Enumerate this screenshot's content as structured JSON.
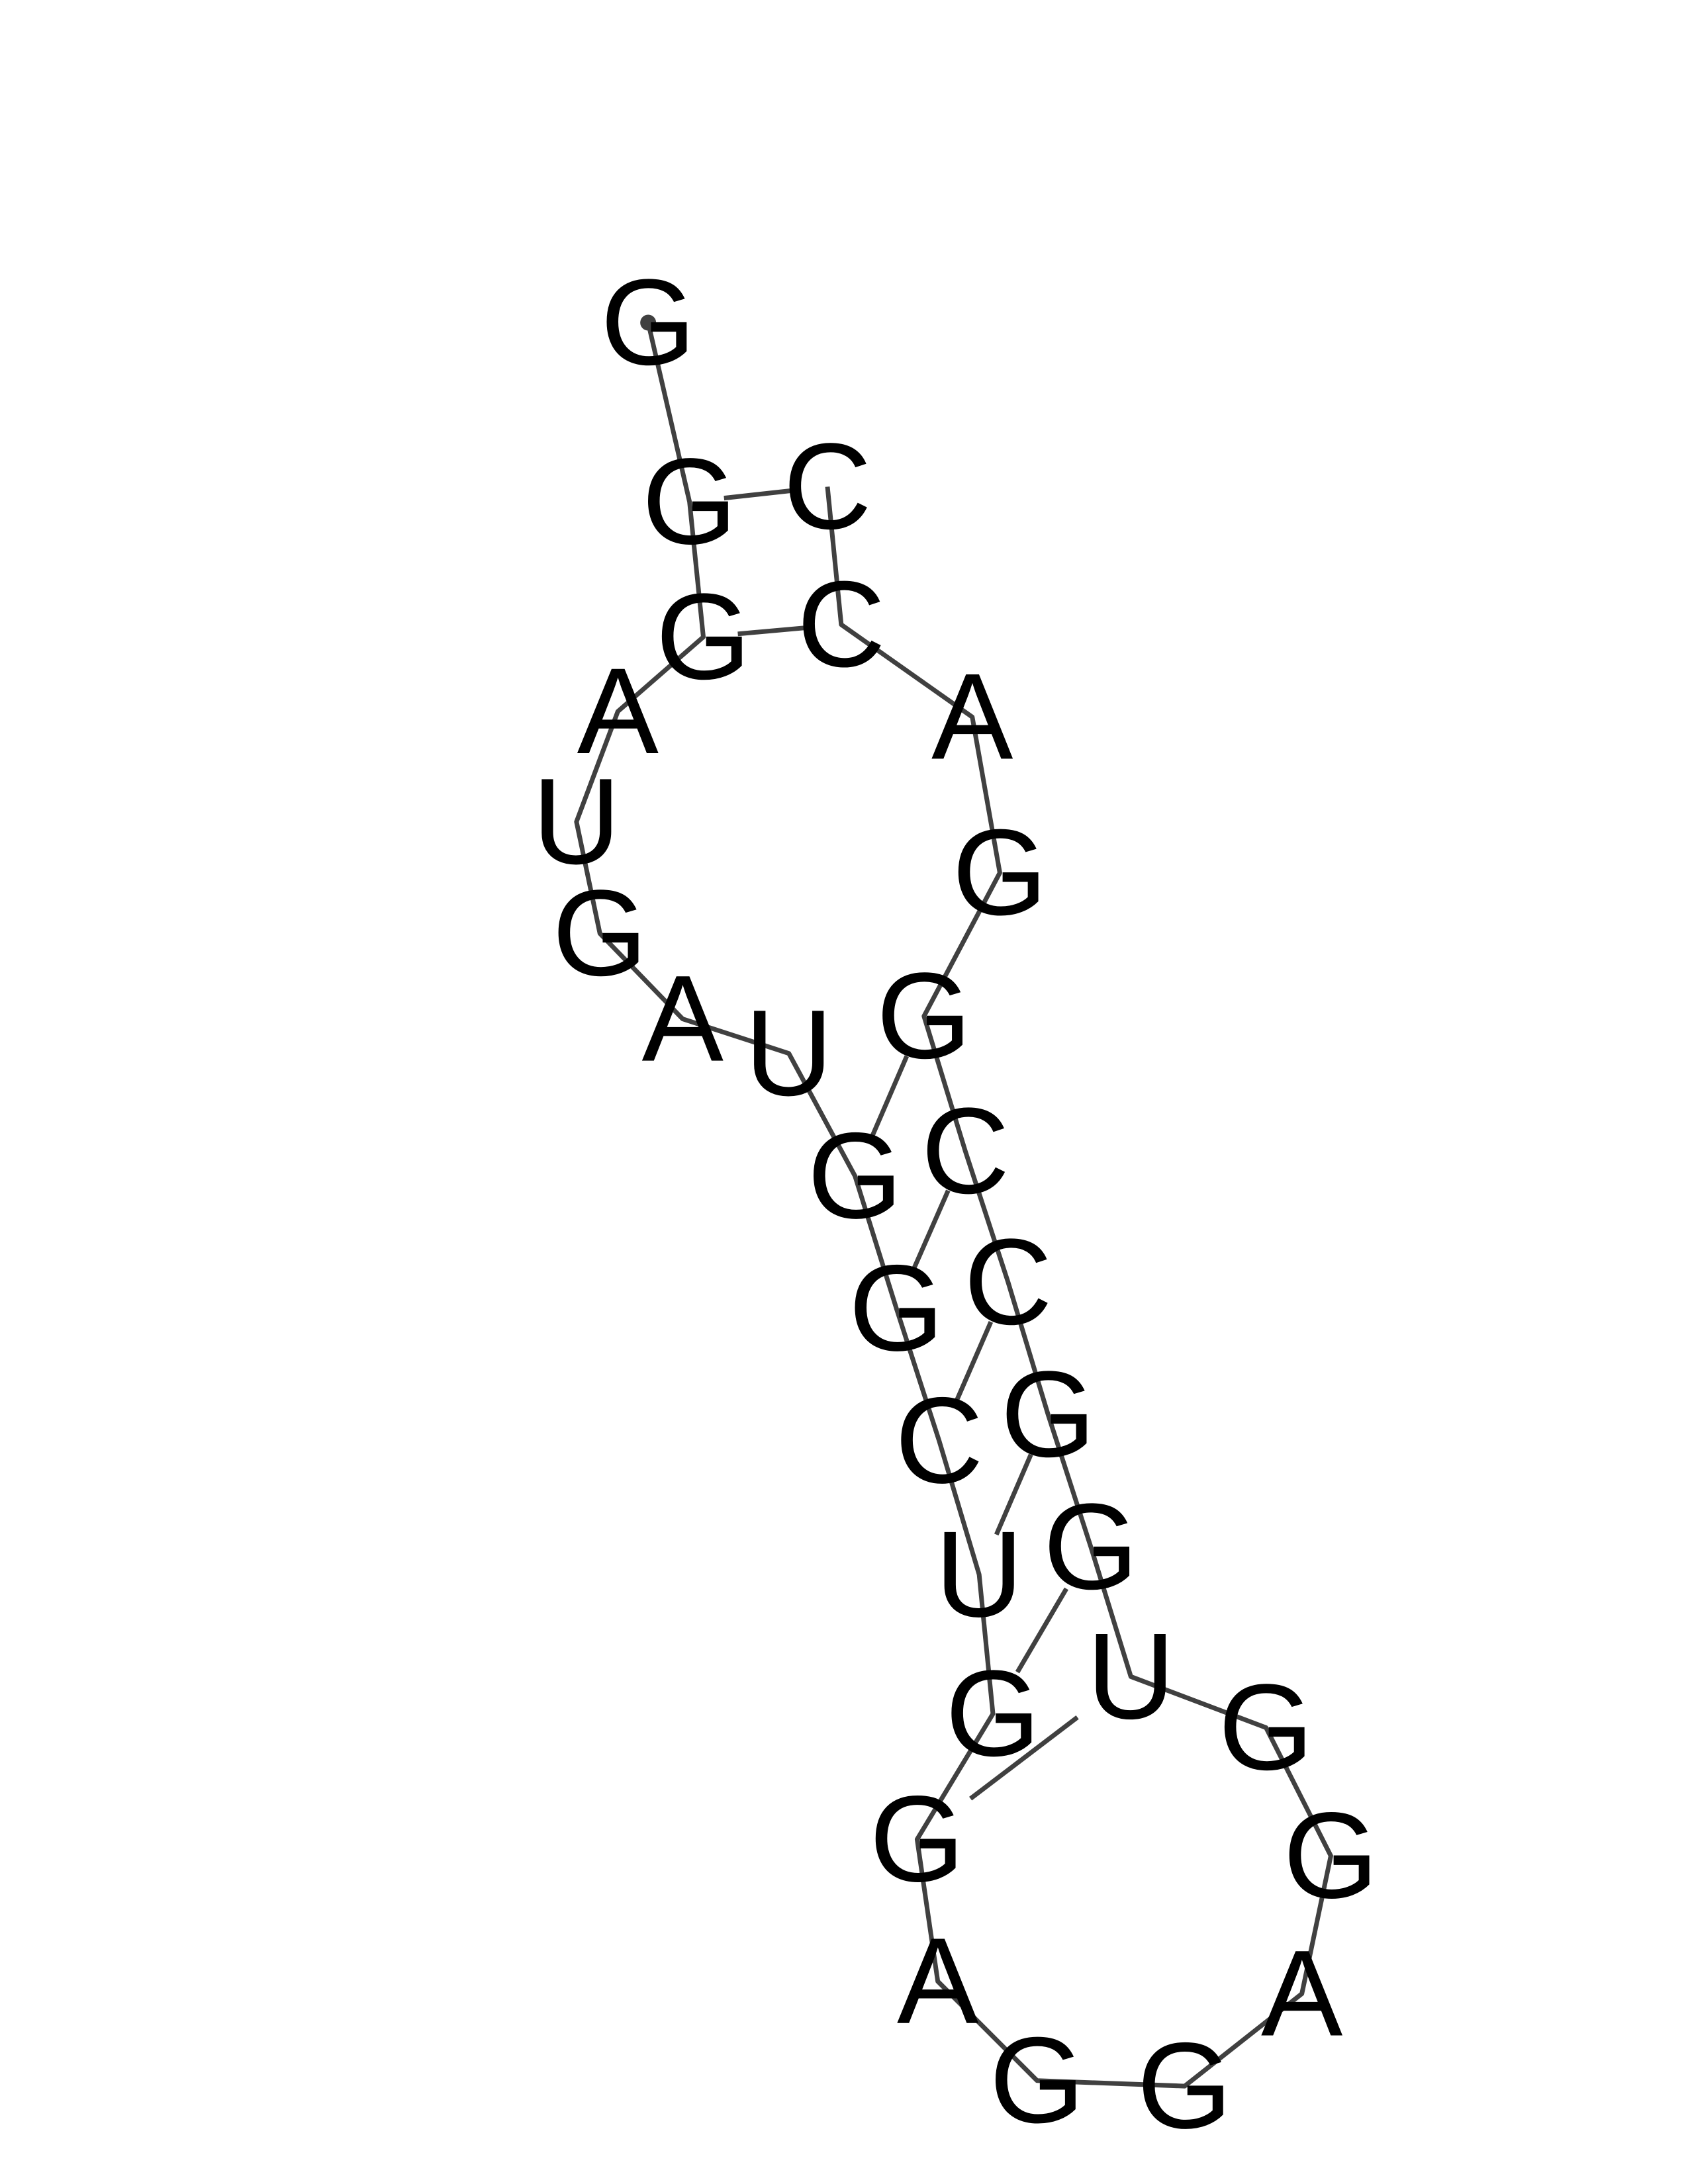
{
  "structure": {
    "sequence": [
      "G",
      "G",
      "G",
      "A",
      "U",
      "G",
      "A",
      "U",
      "G",
      "G",
      "C",
      "U",
      "G",
      "G",
      "A",
      "G",
      "G",
      "A",
      "G",
      "G",
      "U",
      "G",
      "G",
      "C",
      "C",
      "G",
      "G",
      "A",
      "C",
      "C"
    ],
    "pairs": [
      [
        2,
        30
      ],
      [
        3,
        29
      ],
      [
        9,
        26
      ],
      [
        10,
        25
      ],
      [
        11,
        24
      ],
      [
        12,
        23
      ],
      [
        13,
        22
      ],
      [
        14,
        21
      ]
    ],
    "colors": {
      "text": "#000000",
      "line": "#404040"
    }
  }
}
